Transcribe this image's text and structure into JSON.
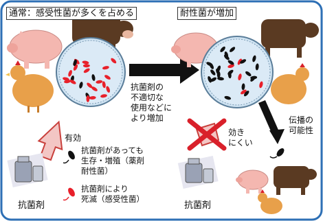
{
  "header": {
    "left_title": "通常：感受性菌が多くを占める",
    "right_title": "耐性菌が増加"
  },
  "center_arrow_text": [
    "抗菌剤の",
    "不適切な",
    "使用などに",
    "より増加"
  ],
  "effective_label": "有効",
  "ineffective_label": [
    "効き",
    "にくい"
  ],
  "spread_label": [
    "伝播の",
    "可能性"
  ],
  "drug_label_left": "抗菌剤",
  "drug_label_right": "抗菌剤",
  "legend": {
    "resistant": [
      "抗菌剤があっても",
      "生存・増殖（薬剤",
      "耐性菌）"
    ],
    "susceptible": [
      "抗菌剤により",
      "死滅（感受性菌）"
    ]
  },
  "colors": {
    "frame": "#2d6fb5",
    "susceptible_bacteria": "#e8202a",
    "resistant_bacteria": "#111111",
    "arrow_up": "#d9534f",
    "cross": "#d9202a"
  },
  "icons": [
    "pig-icon",
    "chicken-icon",
    "cow-icon",
    "petri-dish-icon",
    "drug-bottle-icon",
    "cross-icon"
  ]
}
